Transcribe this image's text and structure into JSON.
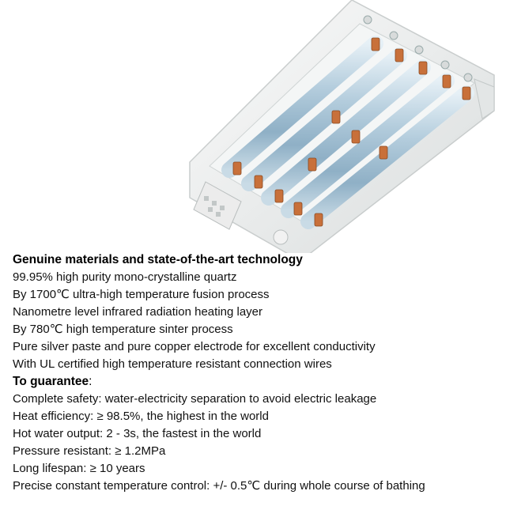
{
  "heading_materials": "Genuine materials and state-of-the-art technology",
  "materials_items": [
    "99.95% high purity mono-crystalline quartz",
    "By 1700℃ ultra-high temperature fusion process",
    "Nanometre level infrared radiation heating layer",
    "By 780℃ high temperature sinter process",
    "Pure silver paste and pure copper electrode for excellent conductivity",
    "With UL certified high temperature resistant connection wires"
  ],
  "heading_guarantee": "To guarantee",
  "heading_guarantee_colon": ":",
  "guarantee_items": [
    "Complete safety: water-electricity separation to avoid electric leakage",
    "Heat efficiency: ≥ 98.5%, the highest in the world",
    "Hot water output: 2 - 3s, the fastest in the world",
    "Pressure resistant: ≥ 1.2MPa",
    "Long lifespan: ≥ 10 years",
    "Precise constant temperature control: +/- 0.5℃ during whole course of bathing"
  ],
  "colors": {
    "text": "#111111",
    "frame": "#e9ecec",
    "tube": "#a9c4d6",
    "copper": "#c8703a"
  }
}
